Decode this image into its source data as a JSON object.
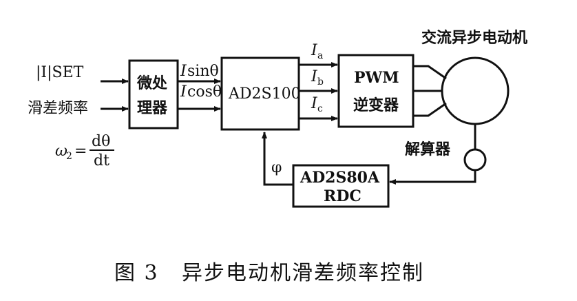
{
  "inputs": {
    "amplitude_set": "|I|SET",
    "slip_freq": "滑差频率",
    "omega_symbol": "ω",
    "omega_sub": "2",
    "equals": "=",
    "numerator": "dθ",
    "denominator": "dt"
  },
  "blocks": {
    "micro": {
      "line1": "微处",
      "line2": "理器"
    },
    "ad2s100": "AD2S100",
    "pwm": {
      "line1": "PWM",
      "line2": "逆变器"
    },
    "rdc": {
      "line1": "AD2S80A",
      "line2": "RDC"
    },
    "resolver": "解算器",
    "motor": "交流异步电动机"
  },
  "signals": {
    "sin_prefix": "I",
    "sin_suffix": "sinθ",
    "cos_prefix": "I",
    "cos_suffix": "cosθ",
    "ia": "I",
    "ia_sub": "a",
    "ib": "I",
    "ib_sub": "b",
    "ic": "I",
    "ic_sub": "c",
    "phi": "φ"
  },
  "caption": {
    "figure_no": "图 3",
    "title": "异步电动机滑差频率控制"
  }
}
